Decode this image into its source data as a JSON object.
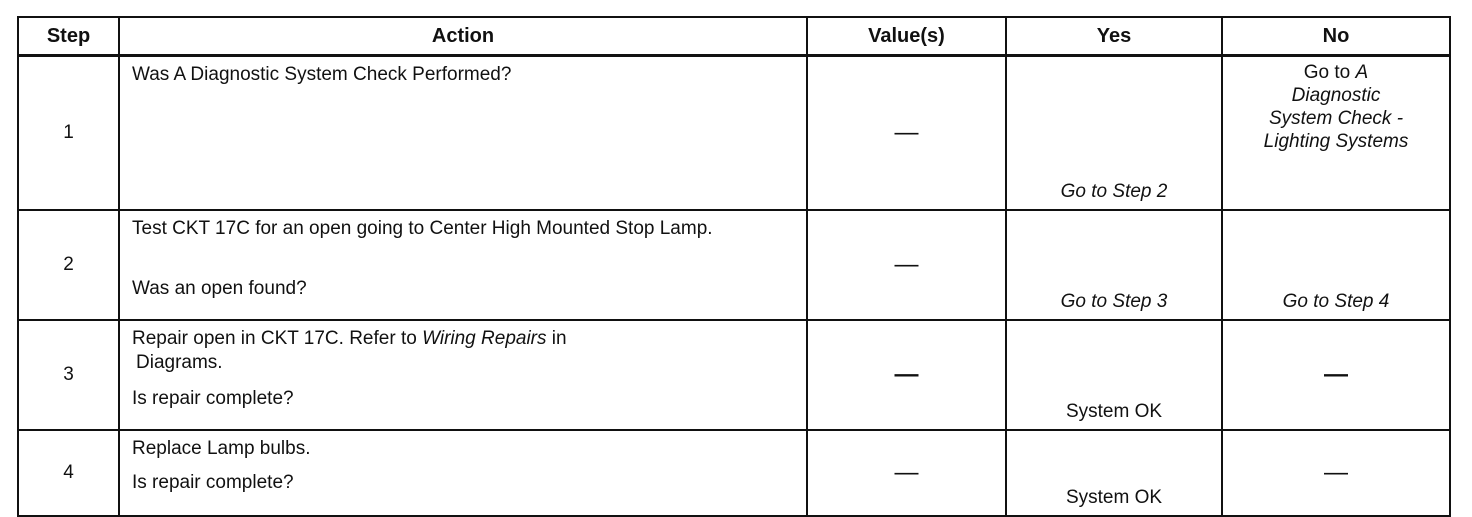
{
  "headers": {
    "step": "Step",
    "action": "Action",
    "values": "Value(s)",
    "yes": "Yes",
    "no": "No"
  },
  "rows": [
    {
      "step": "1",
      "action_question": "Was A Diagnostic System Check Performed?",
      "value": "—",
      "yes": "Go to Step 2",
      "no_line1_a": "Go to ",
      "no_line1_b": "A",
      "no_line2": "Diagnostic",
      "no_line3": "System Check -",
      "no_line4": "Lighting Systems"
    },
    {
      "step": "2",
      "action_text": "Test CKT 17C for an open going to Center High Mounted Stop Lamp.",
      "action_question": "Was an open found?",
      "value": "—",
      "yes": "Go to Step 3",
      "no": "Go to Step 4"
    },
    {
      "step": "3",
      "action_text_a": "Repair open in CKT 17C. Refer to ",
      "action_text_b": "Wiring Repairs",
      "action_text_c": " in",
      "action_text_d": "Diagrams.",
      "action_question": "Is repair complete?",
      "value": "—",
      "yes": "System OK",
      "no": "—"
    },
    {
      "step": "4",
      "action_text": "Replace Lamp bulbs.",
      "action_question": "Is repair complete?",
      "value": "—",
      "yes": "System OK",
      "no": "—"
    }
  ]
}
